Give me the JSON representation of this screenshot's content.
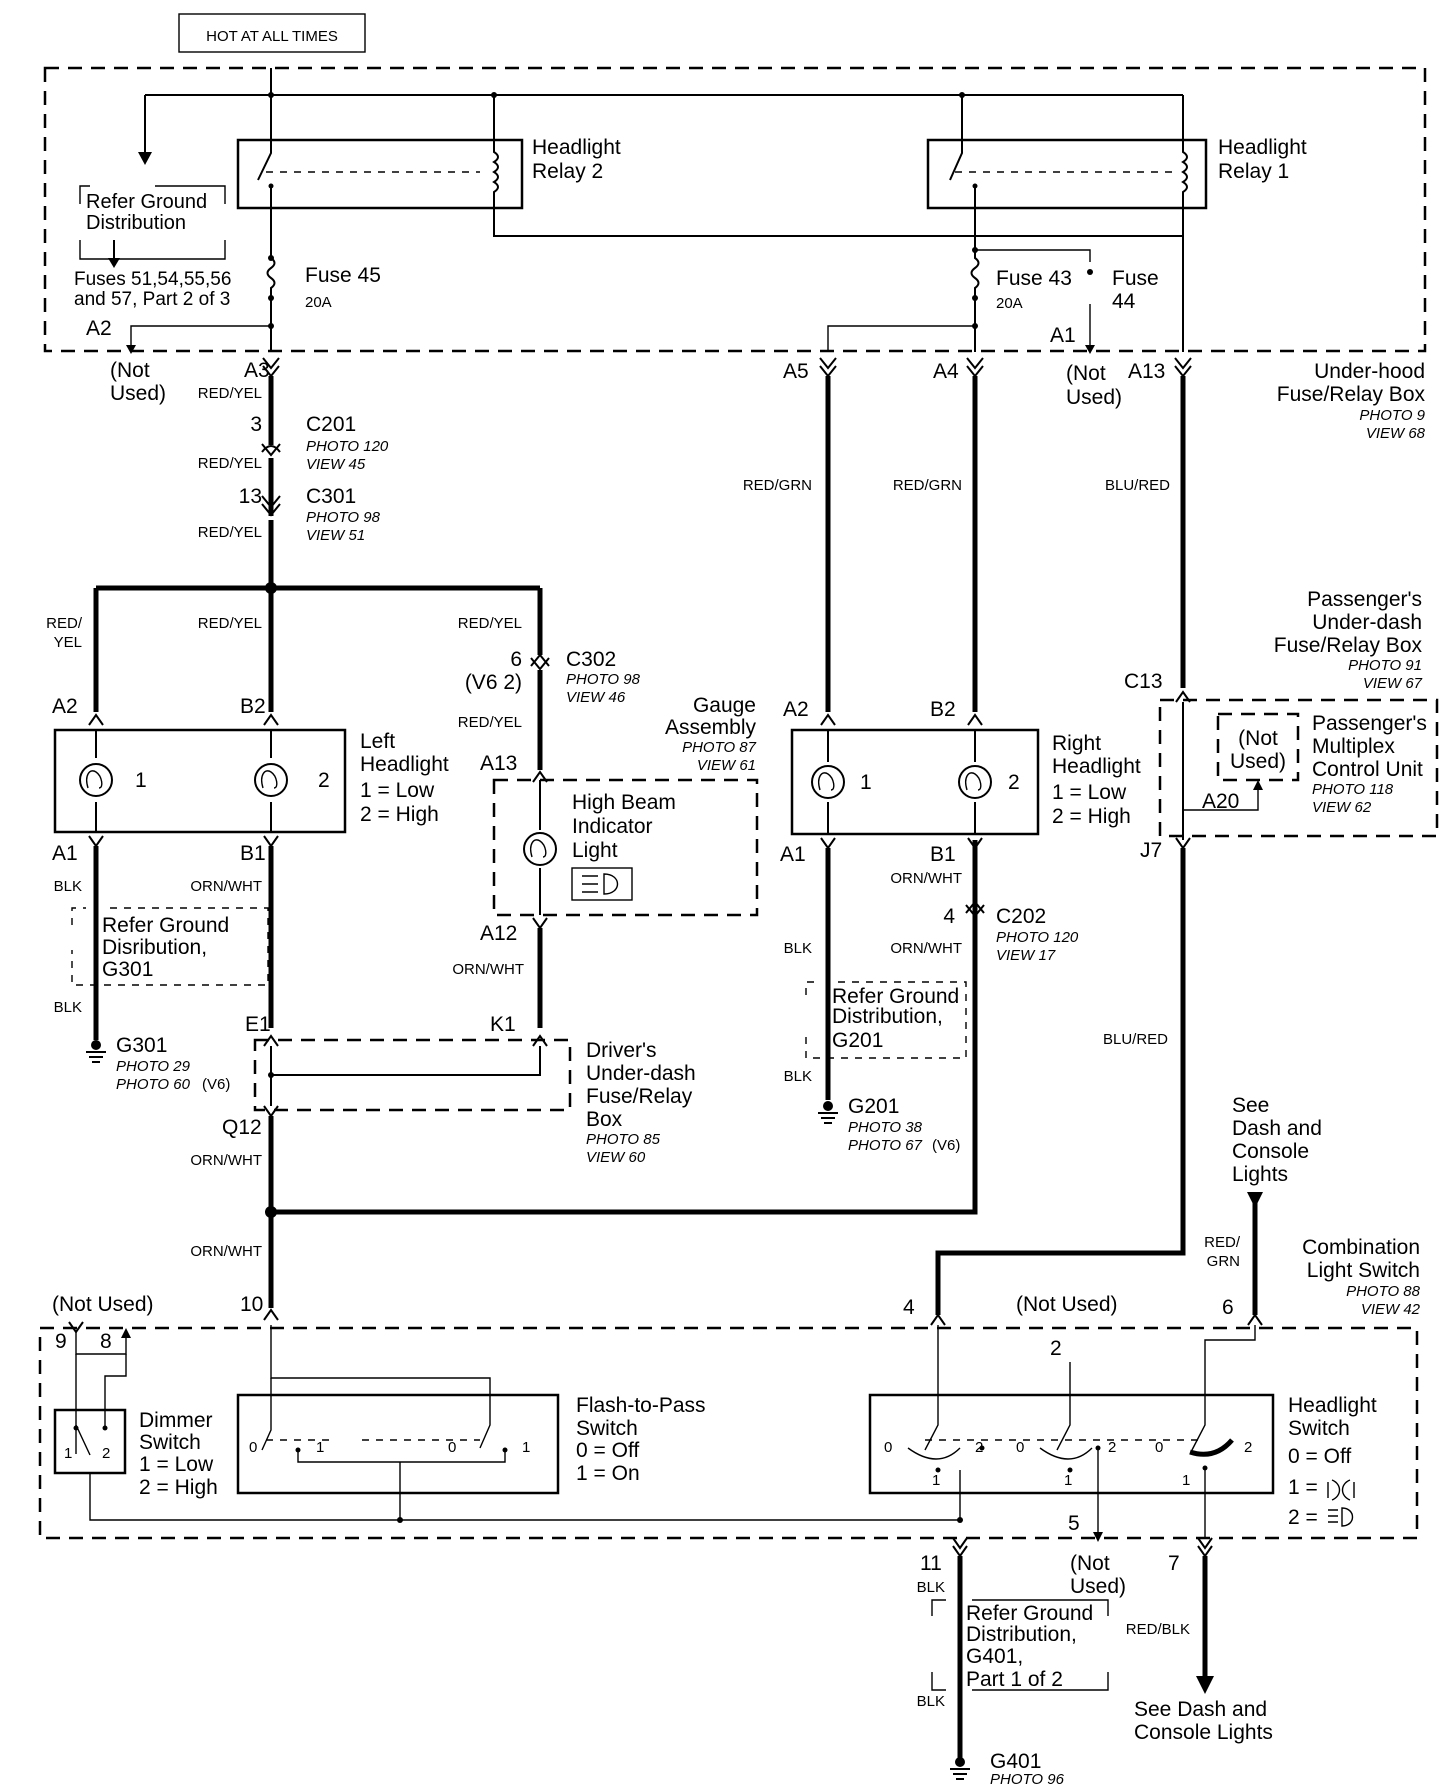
{
  "labels": {
    "hot": "HOT AT ALL TIMES",
    "relay2_l1": "Headlight",
    "relay2_l2": "Relay 2",
    "relay1_l1": "Headlight",
    "relay1_l2": "Relay 1",
    "rgd_l1": "Refer Ground",
    "rgd_l2": "Distribution",
    "fuses_l1": "Fuses 51,54,55,56",
    "fuses_l2": "and 57, Part 2 of 3",
    "fuse45": "Fuse 45",
    "fuse45_amp": "20A",
    "fuse43": "Fuse 43",
    "fuse43_amp": "20A",
    "fuse44_l1": "Fuse",
    "fuse44_l2": "44",
    "a2_top": "A2",
    "a1_top": "A1",
    "notused_a2_l1": "(Not",
    "notused_a2_l2": "Used)",
    "notused_a1_l1": "(Not",
    "notused_a1_l2": "Used)",
    "a3": "A3",
    "a5": "A5",
    "a4": "A4",
    "a13_top": "A13",
    "uh_l1": "Under-hood",
    "uh_l2": "Fuse/Relay Box",
    "uh_photo": "PHOTO 9",
    "uh_view": "VIEW 68",
    "redyel": "RED/YEL",
    "redgrn": "RED/GRN",
    "blured": "BLU/RED",
    "orn_wht": "ORN/WHT",
    "blk": "BLK",
    "red_slash": "RED/",
    "yel": "YEL",
    "c201_pin": "3",
    "c201": "C201",
    "c201_photo": "PHOTO 120",
    "c201_view": "VIEW 45",
    "c301_pin": "13",
    "c301": "C301",
    "c301_photo": "PHOTO 98",
    "c301_view": "VIEW 51",
    "c302_pin": "6",
    "c302_v6": "(V6 2)",
    "c302": "C302",
    "c302_photo": "PHOTO 98",
    "c302_view": "VIEW 46",
    "pass_l1": "Passenger's",
    "pass_l2": "Under-dash",
    "pass_l3": "Fuse/Relay Box",
    "pass_photo": "PHOTO 91",
    "pass_view": "VIEW 67",
    "c13": "C13",
    "gauge_l1": "Gauge",
    "gauge_l2": "Assembly",
    "gauge_photo": "PHOTO 87",
    "gauge_view": "VIEW 61",
    "lh_a2": "A2",
    "lh_b2": "B2",
    "lh_a1": "A1",
    "lh_b1": "B1",
    "lh_l1": "Left",
    "lh_l2": "Headlight",
    "low": "1 =  Low",
    "high": "2 =  High",
    "n1": "1",
    "n2": "2",
    "a13_g": "A13",
    "a12_g": "A12",
    "hb_l1": "High Beam",
    "hb_l2": "Indicator",
    "hb_l3": "Light",
    "rh_a2": "A2",
    "rh_b2": "B2",
    "rh_a1": "A1",
    "rh_b1": "B1",
    "rh_l1": "Right",
    "rh_l2": "Headlight",
    "mcu_nu_l1": "(Not",
    "mcu_nu_l2": "Used)",
    "mcu_l1": "Passenger's",
    "mcu_l2": "Multiplex",
    "mcu_l3": "Control Unit",
    "mcu_photo": "PHOTO 118",
    "mcu_view": "VIEW 62",
    "a20": "A20",
    "j7": "J7",
    "g301r_l1": "Refer Ground",
    "g301r_l2": "Disribution,",
    "g301r_l3": "G301",
    "g301": "G301",
    "g301_p1": "PHOTO 29",
    "g301_p2": "PHOTO 60",
    "v6": "(V6)",
    "c202_pin": "4",
    "c202": "C202",
    "c202_photo": "PHOTO 120",
    "c202_view": "VIEW 17",
    "g201r_l1": "Refer Ground",
    "g201r_l2": "Distribution,",
    "g201r_l3": "G201",
    "g201": "G201",
    "g201_p1": "PHOTO 38",
    "g201_p2": "PHOTO 67",
    "e1": "E1",
    "k1": "K1",
    "q12": "Q12",
    "drv_l1": "Driver's",
    "drv_l2": "Under-dash",
    "drv_l3": "Fuse/Relay",
    "drv_l4": "Box",
    "drv_photo": "PHOTO 85",
    "drv_view": "VIEW 60",
    "see1_l1": "See",
    "see1_l2": "Dash and",
    "see1_l3": "Console",
    "see1_l4": "Lights",
    "redgrn_sw_l1": "RED/",
    "redgrn_sw_l2": "GRN",
    "combo_l1": "Combination",
    "combo_l2": "Light Switch",
    "combo_photo": "PHOTO 88",
    "combo_view": "VIEW 42",
    "notused_98": "(Not Used)",
    "pin9": "9",
    "pin8": "8",
    "pin10": "10",
    "pin4": "4",
    "notused_2": "(Not Used)",
    "pin2": "2",
    "pin6": "6",
    "dim_l1": "Dimmer",
    "dim_l2": "Switch",
    "ftp_l1": "Flash-to-Pass",
    "ftp_l2": "Switch",
    "off": "0 =  Off",
    "on": "1 =  On",
    "hs_l1": "Headlight",
    "hs_l2": "Switch",
    "hs_off": "0 =  Off",
    "hs_1": "1 =",
    "hs_2": "2 =",
    "s0": "0",
    "s1": "1",
    "s2": "2",
    "pin11": "11",
    "pin5": "5",
    "pin7": "7",
    "notused_5_l1": "(Not",
    "notused_5_l2": "Used)",
    "g401r_l1": "Refer Ground",
    "g401r_l2": "Distribution,",
    "g401r_l3": "G401,",
    "g401r_l4": "Part 1 of 2",
    "redblk": "RED/BLK",
    "see2_l1": "See Dash and",
    "see2_l2": "Console Lights",
    "g401": "G401",
    "g401_photo": "PHOTO 96"
  }
}
